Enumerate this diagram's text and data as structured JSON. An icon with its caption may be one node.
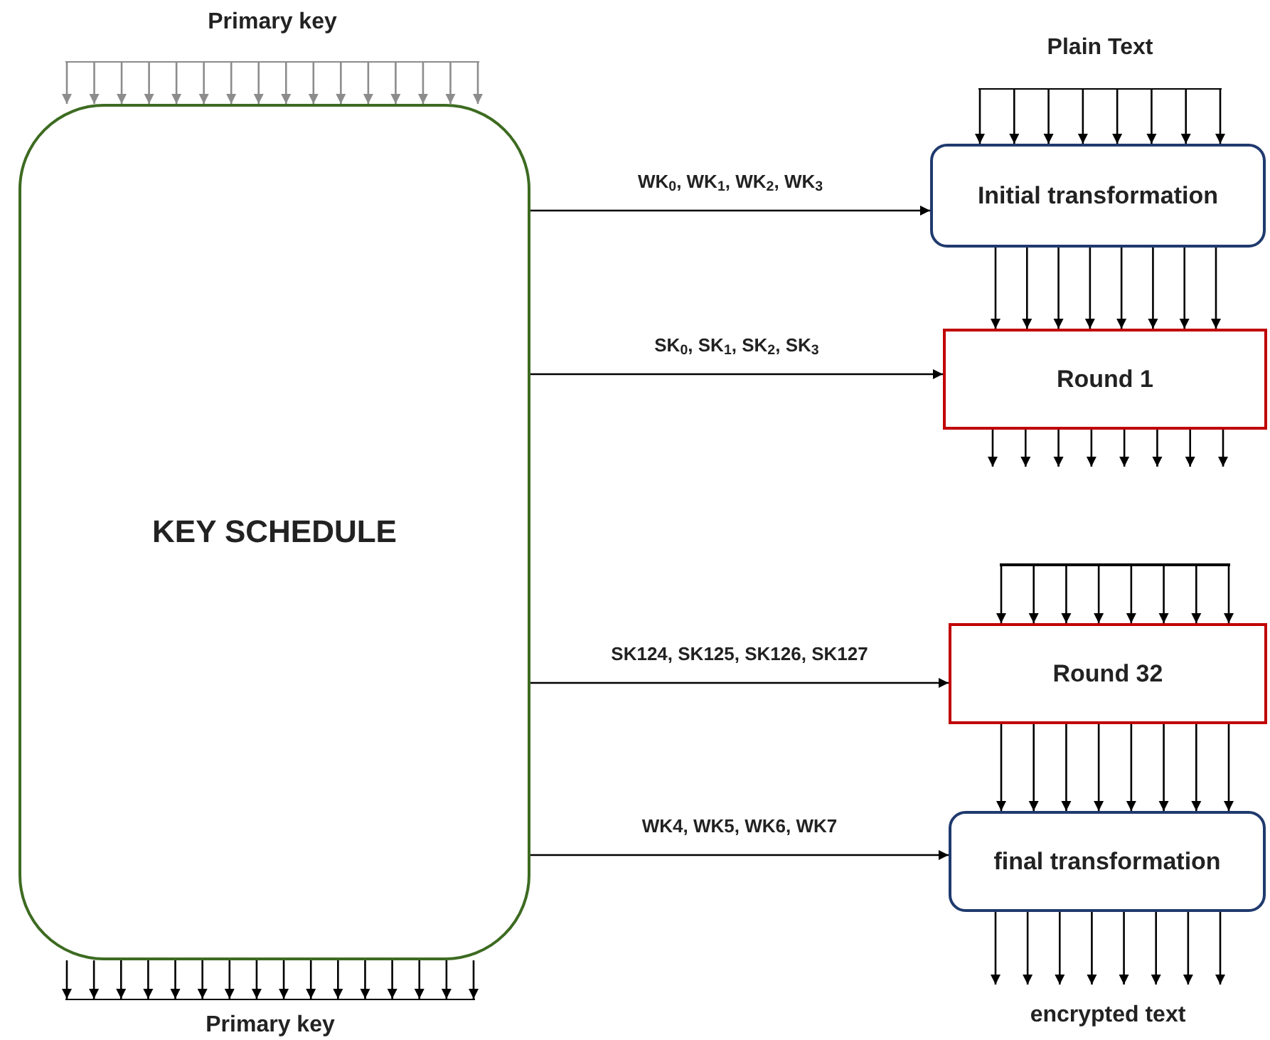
{
  "diagram": {
    "nodes": [
      {
        "text": [
          "KEY SCHEDULE"
        ]
      },
      {
        "text": [
          "Initial transformation"
        ]
      },
      {
        "text": [
          "Round 1"
        ]
      },
      {
        "text": [
          "Round 32"
        ]
      },
      {
        "text": [
          "final transformation"
        ]
      },
      {
        "text": [
          "Primary key"
        ]
      },
      {
        "text": [
          "Primary key"
        ]
      },
      {
        "text": [
          "Plain Text"
        ]
      },
      {
        "text": [
          "encrypted text"
        ]
      },
      {
        "text": [],
        "shape": "bar"
      }
    ],
    "edges": [
      {
        "from": 5,
        "to": 0,
        "arrow": "to",
        "color": "#8c8c8c"
      },
      {
        "from": 5,
        "to": 0,
        "arrow": "to",
        "color": "#8c8c8c"
      },
      {
        "from": 5,
        "to": 0,
        "arrow": "to",
        "color": "#8c8c8c"
      },
      {
        "from": 5,
        "to": 0,
        "arrow": "to",
        "color": "#8c8c8c"
      },
      {
        "from": 5,
        "to": 0,
        "arrow": "to",
        "color": "#8c8c8c"
      },
      {
        "from": 5,
        "to": 0,
        "arrow": "to",
        "color": "#8c8c8c"
      },
      {
        "from": 5,
        "to": 0,
        "arrow": "to",
        "color": "#8c8c8c"
      },
      {
        "from": 5,
        "to": 0,
        "arrow": "to",
        "color": "#8c8c8c"
      },
      {
        "from": 5,
        "to": 0,
        "arrow": "to",
        "color": "#8c8c8c"
      },
      {
        "from": 5,
        "to": 0,
        "arrow": "to",
        "color": "#8c8c8c"
      },
      {
        "from": 5,
        "to": 0,
        "arrow": "to",
        "color": "#8c8c8c"
      },
      {
        "from": 5,
        "to": 0,
        "arrow": "to",
        "color": "#8c8c8c"
      },
      {
        "from": 5,
        "to": 0,
        "arrow": "to",
        "color": "#8c8c8c"
      },
      {
        "from": 5,
        "to": 0,
        "arrow": "to",
        "color": "#8c8c8c"
      },
      {
        "from": 5,
        "to": 0,
        "arrow": "to",
        "color": "#8c8c8c"
      },
      {
        "from": 5,
        "to": 0,
        "arrow": "to",
        "color": "#8c8c8c"
      },
      {
        "from": 0,
        "to": 6,
        "arrow": "to"
      },
      {
        "from": 0,
        "to": 6,
        "arrow": "to"
      },
      {
        "from": 0,
        "to": 6,
        "arrow": "to"
      },
      {
        "from": 0,
        "to": 6,
        "arrow": "to"
      },
      {
        "from": 0,
        "to": 6,
        "arrow": "to"
      },
      {
        "from": 0,
        "to": 6,
        "arrow": "to"
      },
      {
        "from": 0,
        "to": 6,
        "arrow": "to"
      },
      {
        "from": 0,
        "to": 6,
        "arrow": "to"
      },
      {
        "from": 0,
        "to": 6,
        "arrow": "to"
      },
      {
        "from": 0,
        "to": 6,
        "arrow": "to"
      },
      {
        "from": 0,
        "to": 6,
        "arrow": "to"
      },
      {
        "from": 0,
        "to": 6,
        "arrow": "to"
      },
      {
        "from": 0,
        "to": 6,
        "arrow": "to"
      },
      {
        "from": 0,
        "to": 6,
        "arrow": "to"
      },
      {
        "from": 0,
        "to": 6,
        "arrow": "to"
      },
      {
        "from": 0,
        "to": 6,
        "arrow": "to"
      },
      {
        "from": 7,
        "to": 1,
        "arrow": "to"
      },
      {
        "from": 7,
        "to": 1,
        "arrow": "to"
      },
      {
        "from": 7,
        "to": 1,
        "arrow": "to"
      },
      {
        "from": 7,
        "to": 1,
        "arrow": "to"
      },
      {
        "from": 7,
        "to": 1,
        "arrow": "to"
      },
      {
        "from": 7,
        "to": 1,
        "arrow": "to"
      },
      {
        "from": 7,
        "to": 1,
        "arrow": "to"
      },
      {
        "from": 7,
        "to": 1,
        "arrow": "to"
      },
      {
        "from": 1,
        "to": 2,
        "arrow": "to"
      },
      {
        "from": 1,
        "to": 2,
        "arrow": "to"
      },
      {
        "from": 1,
        "to": 2,
        "arrow": "to"
      },
      {
        "from": 1,
        "to": 2,
        "arrow": "to"
      },
      {
        "from": 1,
        "to": 2,
        "arrow": "to"
      },
      {
        "from": 1,
        "to": 2,
        "arrow": "to"
      },
      {
        "from": 1,
        "to": 2,
        "arrow": "to"
      },
      {
        "from": 1,
        "to": 2,
        "arrow": "to"
      },
      {
        "from": 2,
        "to": null,
        "arrow": "to"
      },
      {
        "from": 2,
        "to": null,
        "arrow": "to"
      },
      {
        "from": 2,
        "to": null,
        "arrow": "to"
      },
      {
        "from": 2,
        "to": null,
        "arrow": "to"
      },
      {
        "from": 2,
        "to": null,
        "arrow": "to"
      },
      {
        "from": 2,
        "to": null,
        "arrow": "to"
      },
      {
        "from": 2,
        "to": null,
        "arrow": "to"
      },
      {
        "from": 2,
        "to": null,
        "arrow": "to"
      },
      {
        "from": 9,
        "to": 3,
        "arrow": "to"
      },
      {
        "from": 9,
        "to": 3,
        "arrow": "to"
      },
      {
        "from": 9,
        "to": 3,
        "arrow": "to"
      },
      {
        "from": 9,
        "to": 3,
        "arrow": "to"
      },
      {
        "from": 9,
        "to": 3,
        "arrow": "to"
      },
      {
        "from": 9,
        "to": 3,
        "arrow": "to"
      },
      {
        "from": 9,
        "to": 3,
        "arrow": "to"
      },
      {
        "from": 9,
        "to": 3,
        "arrow": "to"
      },
      {
        "from": 3,
        "to": 4,
        "arrow": "to"
      },
      {
        "from": 3,
        "to": 4,
        "arrow": "to"
      },
      {
        "from": 3,
        "to": 4,
        "arrow": "to"
      },
      {
        "from": 3,
        "to": 4,
        "arrow": "to"
      },
      {
        "from": 3,
        "to": 4,
        "arrow": "to"
      },
      {
        "from": 3,
        "to": 4,
        "arrow": "to"
      },
      {
        "from": 3,
        "to": 4,
        "arrow": "to"
      },
      {
        "from": 3,
        "to": 4,
        "arrow": "to"
      },
      {
        "from": 4,
        "to": 8,
        "arrow": "to"
      },
      {
        "from": 4,
        "to": 8,
        "arrow": "to"
      },
      {
        "from": 4,
        "to": 8,
        "arrow": "to"
      },
      {
        "from": 4,
        "to": 8,
        "arrow": "to"
      },
      {
        "from": 4,
        "to": 8,
        "arrow": "to"
      },
      {
        "from": 4,
        "to": 8,
        "arrow": "to"
      },
      {
        "from": 4,
        "to": 8,
        "arrow": "to"
      },
      {
        "from": 4,
        "to": 8,
        "arrow": "to"
      },
      {
        "from": 0,
        "to": 1,
        "arrow": "to",
        "label": "WK$_{0}$, WK$_{1}$, WK$_{2}$, WK$_{3}$"
      },
      {
        "from": 0,
        "to": 2,
        "arrow": "to",
        "label": "SK$_{0}$, SK$_{1}$, SK$_{2}$, SK$_{3}$"
      },
      {
        "from": 0,
        "to": 3,
        "arrow": "to",
        "label": "SK124, SK125, SK126, SK127"
      },
      {
        "from": 0,
        "to": 4,
        "arrow": "to",
        "label": "WK4, WK5, WK6, WK7"
      }
    ]
  }
}
